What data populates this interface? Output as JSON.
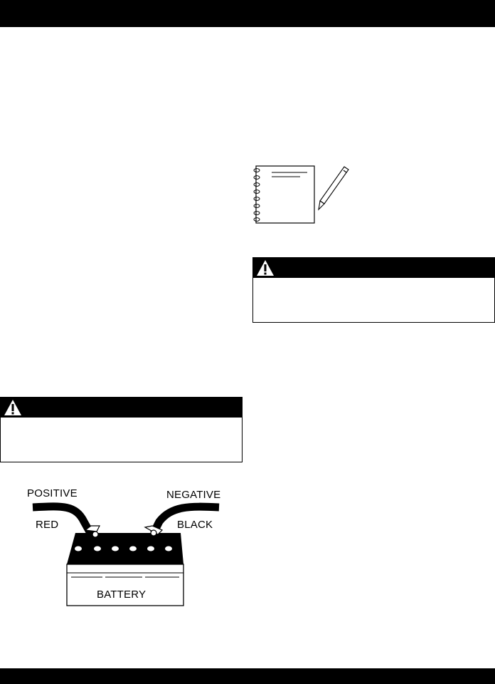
{
  "battery_figure": {
    "positive": "POSITIVE",
    "negative": "NEGATIVE",
    "red": "RED",
    "black": "BLACK",
    "battery": "BATTERY"
  },
  "icons": {
    "warning": "warning-triangle-icon",
    "notebook": "notebook-pencil-icon"
  },
  "colors": {
    "bar": "#000000",
    "background": "#ffffff"
  }
}
